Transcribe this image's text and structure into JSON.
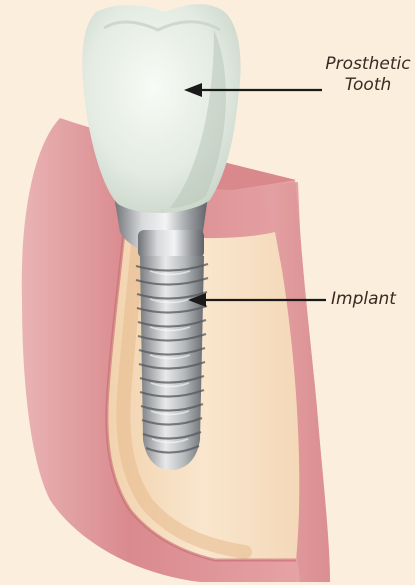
{
  "labels": {
    "prosthetic_tooth_line1": "Prosthetic",
    "prosthetic_tooth_line2": "Tooth",
    "implant": "Implant"
  },
  "colors": {
    "background": "#fbeedd",
    "gum": "#e7a3a6",
    "bone": "#f6dcc1",
    "tooth": "#dfe8df",
    "implant_metal": "#9ea0a3",
    "arrow": "#1a1a1a"
  },
  "icons": {
    "arrow_prosthetic": "left-arrow",
    "arrow_implant": "left-arrow"
  }
}
